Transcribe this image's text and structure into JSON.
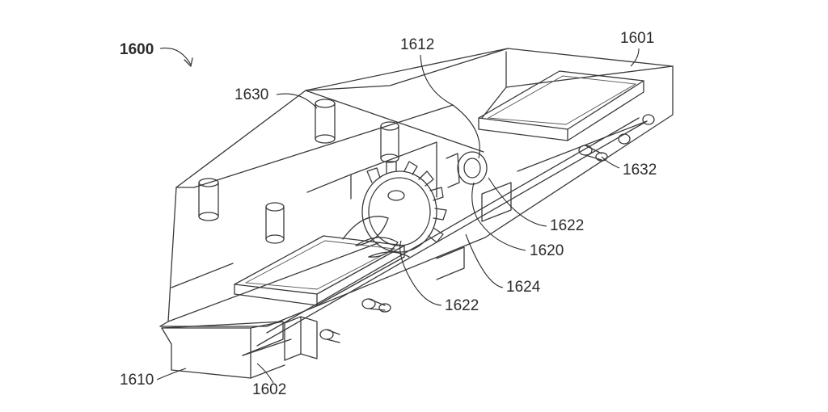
{
  "figure": {
    "reference_numeral": "1600",
    "labels": {
      "l1601": "1601",
      "l1602": "1602",
      "l1610": "1610",
      "l1612": "1612",
      "l1620": "1620",
      "l1622_upper": "1622",
      "l1622_lower": "1622",
      "l1624": "1624",
      "l1630": "1630",
      "l1632": "1632"
    }
  }
}
